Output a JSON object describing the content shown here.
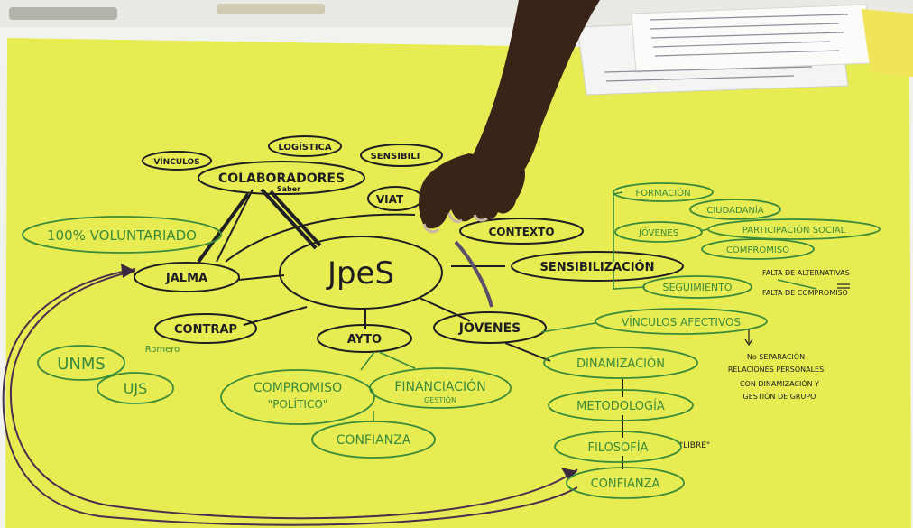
{
  "scene": {
    "description_colors": {
      "paper": "#e6ec52",
      "table": "#f2f3ee",
      "ink_black": "#1e1e22",
      "ink_green": "#3b8a3a",
      "skin": "#3a2418"
    }
  },
  "mindmap": {
    "center": "JpeS",
    "black_nodes": {
      "colaboradores": "COLABORADORES",
      "colaboradores_sub": "Saber",
      "vinculos": "VÍNCULOS",
      "logistica": "LOGÍSTICA",
      "sensibil": "SENSIBILI",
      "viat": "VIAT",
      "contexto": "CONTEXTO",
      "sensibilizacion": "SENSIBILIZACIÓN",
      "jalma": "JALMA",
      "contrap": "CONTRAP",
      "ayto": "AYTO",
      "jovenes": "JÓVENES"
    },
    "green_nodes": {
      "voluntariado": "100% VOLUNTARIADO",
      "formacion": "FORMACIÓN",
      "ciudadania": "CIUDADANÍA",
      "jovenes_small": "JÓVENES",
      "participacion": "PARTICIPACIÓN SOCIAL",
      "compromiso": "COMPROMISO",
      "seguimiento": "SEGUIMIENTO",
      "vinculos_afectivos": "VÍNCULOS AFECTIVOS",
      "dinamizacion": "DINAMIZACIÓN",
      "metodologia": "METODOLOGÍA",
      "filosofia": "FILOSOFÍA",
      "libre": "\"LIBRE\"",
      "confianza_right": "CONFIANZA",
      "unms": "UNMS",
      "ujs": "UJS",
      "romero": "Romero",
      "compromiso_politico_1": "COMPROMISO",
      "compromiso_politico_2": "\"POLÍTICO\"",
      "financiacion": "FINANCIACIÓN",
      "financiacion_sub": "GESTIÓN",
      "confianza_bottom": "CONFIANZA"
    },
    "notes": {
      "falta_1": "FALTA DE ALTERNATIVAS",
      "falta_2": "FALTA DE COMPROMISO",
      "no_sep_1": "No SEPARACIÓN",
      "no_sep_2": "RELACIONES PERSONALES",
      "no_sep_3": "CON DINAMIZACIÓN Y",
      "no_sep_4": "GESTIÓN DE GRUPO"
    }
  }
}
